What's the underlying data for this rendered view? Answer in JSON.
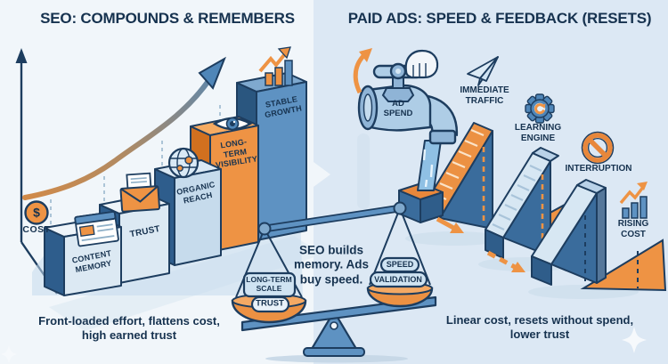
{
  "left_panel": {
    "title": "SEO: COMPOUNDS & REMEMBERS",
    "cost_label": "COST",
    "cost_symbol": "$",
    "bars": [
      {
        "label": "CONTENT\nMEMORY",
        "icon": "browser-window-icon"
      },
      {
        "label": "TRUST",
        "icon": "envelope-icon"
      },
      {
        "label": "ORGANIC\nREACH",
        "icon": "globe-icon"
      },
      {
        "label": "LONG-\nTERM\nVISIBILITY",
        "icon": "eye-icon"
      },
      {
        "label": "STABLE\nGROWTH",
        "icon": "growth-chart-icon"
      }
    ],
    "caption": "Front-loaded effort, flattens cost,\nhigh earned trust"
  },
  "right_panel": {
    "title": "PAID ADS: SPEED & FEEDBACK (RESETS)",
    "faucet_label": "AD\nSPEND",
    "stages": [
      {
        "label": "IMMEDIATE\nTRAFFIC",
        "icon": "paper-plane-icon"
      },
      {
        "label": "LEARNING\nENGINE",
        "icon": "gear-icon"
      },
      {
        "label": "INTERRUPTION",
        "icon": "prohibition-icon"
      },
      {
        "label": "RISING\nCOST",
        "icon": "rising-chart-icon"
      }
    ],
    "caption": "Linear cost, resets without spend,\nlower trust"
  },
  "scale": {
    "quote": "SEO builds\nmemory. Ads\nbuy speed.",
    "left_pan": {
      "frame_label": "LONG-TERM\nSCALE",
      "pan_label": "TRUST"
    },
    "right_pan": {
      "frame_label": "SPEED",
      "pan_label": "VALIDATION"
    }
  },
  "colors": {
    "navy": "#1d3d5f",
    "text_navy": "#16324f",
    "accent_orange": "#ee9344",
    "orange_dark": "#d1701f",
    "primary_blue": "#5e92c2",
    "blue_dark": "#2e5d8c",
    "light_face": "#dce9f3",
    "bg_left": "#f1f6fa",
    "bg_right": "#dce8f4"
  }
}
